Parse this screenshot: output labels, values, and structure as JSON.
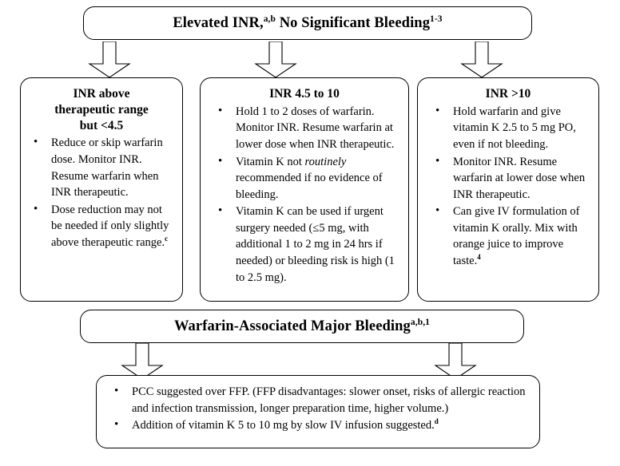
{
  "diagram": {
    "title": "Elevated INR and Warfarin-Associated Bleeding Management Flowchart",
    "top_banner": {
      "text": "Elevated INR,",
      "sup1": "a,b",
      "text2": " No Significant Bleeding",
      "sup2": "1-3"
    },
    "columns": [
      {
        "id": "inr-below-4-5",
        "title_line1": "INR above",
        "title_line2": "therapeutic range",
        "title_line3": "but <4.5",
        "bullets": [
          "Reduce or skip warfarin dose.  Monitor INR.  Resume warfarin when INR therapeutic.",
          "Dose reduction may not be needed if only slightly above therapeutic range."
        ],
        "bullet2_sup": "c"
      },
      {
        "id": "inr-4-5-to-10",
        "title_line1": "INR 4.5 to 10",
        "bullets": [
          "Hold 1 to 2 doses of warfarin.  Monitor INR.  Resume warfarin at lower dose when INR therapeutic.",
          "Vitamin K not routinely recommended if no evidence of bleeding.",
          "Vitamin K can be used if urgent surgery needed (≤5 mg, with additional 1 to 2 mg in 24 hrs if needed) or bleeding risk is high (1 to 2.5 mg)."
        ],
        "bullet2_italic_word": "routinely"
      },
      {
        "id": "inr-over-10",
        "title_line1": "INR >10",
        "bullets": [
          "Hold warfarin and give vitamin K 2.5 to 5 mg PO, even if not bleeding.",
          "Monitor INR.  Resume warfarin at lower dose when INR therapeutic.",
          "Can give IV formulation of vitamin K orally.  Mix with orange juice to improve taste."
        ],
        "bullet3_sup": "4"
      }
    ],
    "bleeding_banner": {
      "text": "Warfarin-Associated Major Bleeding",
      "sup": "a,b,1"
    },
    "bleeding_box": {
      "id": "major-bleeding-treatment",
      "bullets": [
        "PCC suggested over FFP.  (FFP disadvantages:  slower onset, risks of allergic reaction and infection transmission, longer preparation time, higher volume.)",
        "Addition of vitamin K 5 to 10 mg by slow IV infusion suggested."
      ],
      "bullet2_sup": "d"
    },
    "colors": {
      "background": "#ffffff",
      "stroke": "#000000",
      "text": "#000000"
    }
  }
}
